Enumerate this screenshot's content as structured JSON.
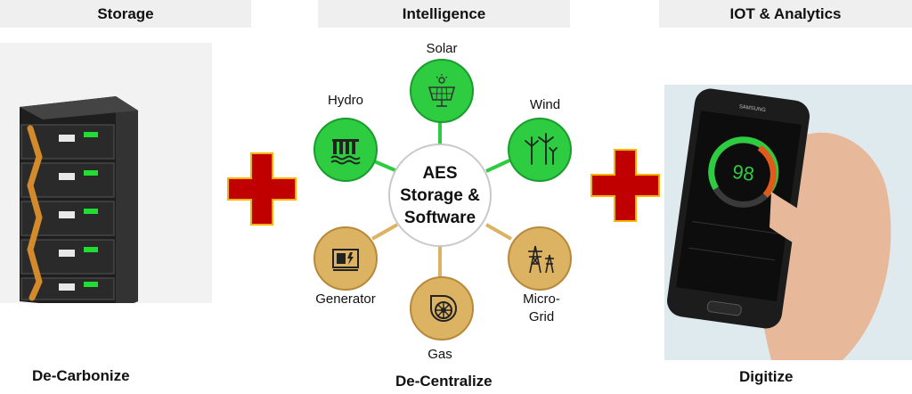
{
  "headers": {
    "storage": "Storage",
    "intelligence": "Intelligence",
    "iot": "IOT & Analytics"
  },
  "center": {
    "line1": "AES",
    "line2": "Storage &",
    "line3": "Software"
  },
  "nodes": {
    "solar": "Solar",
    "wind": "Wind",
    "hydro": "Hydro",
    "generator": "Generator",
    "gas": "Gas",
    "microgrid_1": "Micro-",
    "microgrid_2": "Grid"
  },
  "footers": {
    "decarbonize": "De-Carbonize",
    "decentralize": "De-Centralize",
    "digitize": "Digitize"
  },
  "phone": {
    "brand": "SAMSUNG",
    "reading": "98"
  },
  "colors": {
    "renewable": "#2ecc40",
    "conventional": "#dcb263",
    "plus": "#c00000",
    "plus_border": "#f4b400"
  }
}
